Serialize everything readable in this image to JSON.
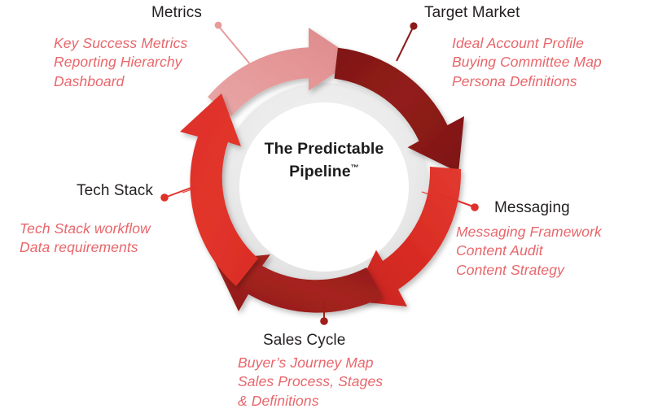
{
  "diagram": {
    "center_title_line1": "The Predictable",
    "center_title_line2": "Pipeline",
    "center_title_mark": "™",
    "colors": {
      "metrics": "#e79b9b",
      "target_market": "#8c1a18",
      "messaging": "#e0302a",
      "sales_cycle": "#9e1f1b",
      "tech_stack": "#e0302a",
      "ring_gray": "#e9e9e9",
      "center_white": "#ffffff",
      "label_text": "#231f20",
      "item_text": "#e8666b"
    },
    "nodes": [
      {
        "id": "metrics",
        "label": "Metrics",
        "items": [
          "Key Success Metrics",
          "Reporting Hierarchy",
          "Dashboard"
        ]
      },
      {
        "id": "target-market",
        "label": "Target Market",
        "items": [
          "Ideal Account Profile",
          "Buying Committee Map",
          "Persona Definitions"
        ]
      },
      {
        "id": "messaging",
        "label": "Messaging",
        "items": [
          "Messaging Framework",
          "Content Audit",
          "Content Strategy"
        ]
      },
      {
        "id": "sales-cycle",
        "label": "Sales Cycle",
        "items": [
          "Buyer’s Journey Map",
          "Sales Process, Stages",
          "& Definitions"
        ]
      },
      {
        "id": "tech-stack",
        "label": "Tech Stack",
        "items": [
          "Tech Stack workflow",
          "Data requirements"
        ]
      }
    ]
  }
}
